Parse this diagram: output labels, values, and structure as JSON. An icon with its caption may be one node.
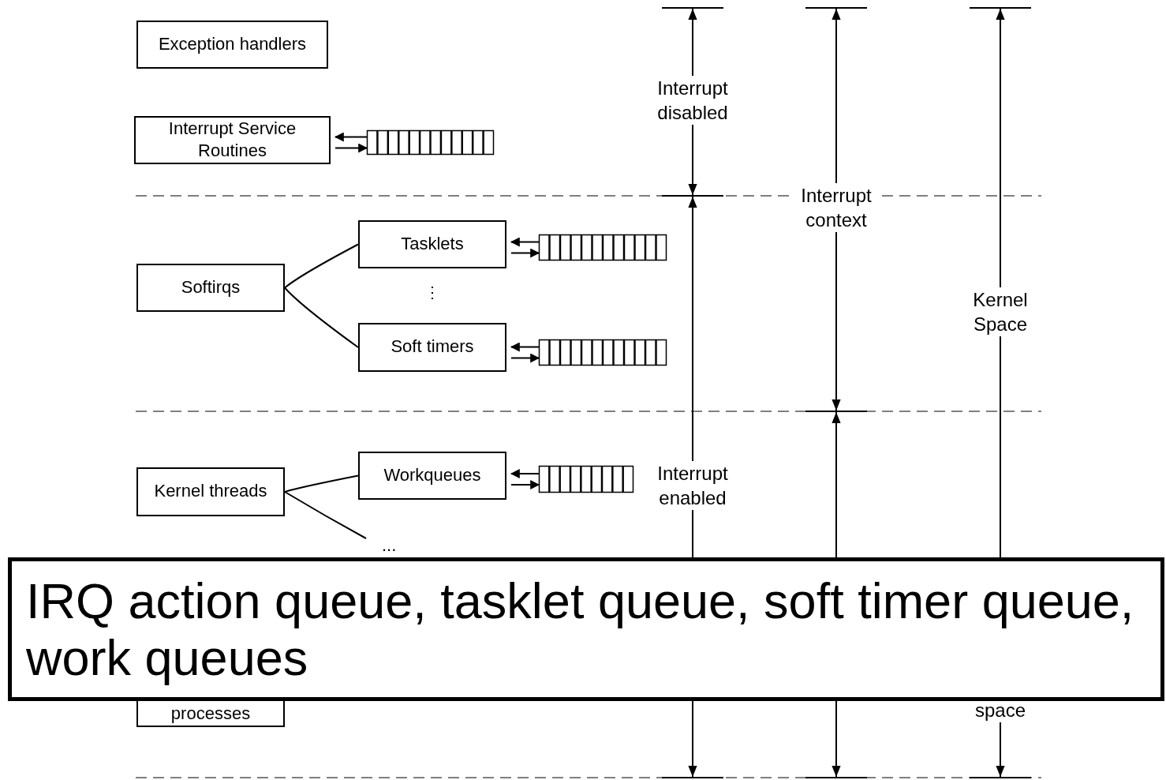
{
  "diagram": {
    "nodes": [
      {
        "text": [
          "Exception handlers"
        ]
      },
      {
        "text": [
          "Interrupt Service Routines"
        ]
      },
      {
        "text": [],
        "shape": "box"
      },
      {
        "text": [
          "Softirqs"
        ]
      },
      {
        "text": [
          "Tasklets"
        ]
      },
      {
        "text": [],
        "shape": "box"
      },
      {
        "text": [
          "Soft timers"
        ]
      },
      {
        "text": [],
        "shape": "box"
      },
      {
        "text": [
          "Kernel threads"
        ]
      },
      {
        "text": [
          "Workqueues"
        ]
      },
      {
        "text": [],
        "shape": "box"
      },
      {
        "text": [
          "..."
        ]
      },
      {
        "text": [
          "processes"
        ]
      },
      {
        "text": [
          "IRQ action queue, tasklet queue, soft timer queue, work queues"
        ]
      }
    ],
    "edges": [
      {
        "from": 2,
        "to": 1,
        "arrow": "to"
      },
      {
        "from": 1,
        "to": 2,
        "arrow": "to"
      },
      {
        "from": 3,
        "to": 4,
        "arrow": "none"
      },
      {
        "from": 3,
        "to": 6,
        "arrow": "none"
      },
      {
        "from": 5,
        "to": 4,
        "arrow": "to"
      },
      {
        "from": 4,
        "to": 5,
        "arrow": "to"
      },
      {
        "from": 7,
        "to": 6,
        "arrow": "to"
      },
      {
        "from": 6,
        "to": 7,
        "arrow": "to"
      },
      {
        "from": 8,
        "to": 9,
        "arrow": "none"
      },
      {
        "from": 8,
        "to": 11,
        "arrow": "none"
      },
      {
        "from": 10,
        "to": 9,
        "arrow": "to"
      },
      {
        "from": 9,
        "to": 10,
        "arrow": "to"
      }
    ],
    "labels": [
      "Interrupt disabled",
      "Interrupt context",
      "⋮",
      "Kernel Space",
      "Interrupt enabled",
      "space"
    ]
  }
}
